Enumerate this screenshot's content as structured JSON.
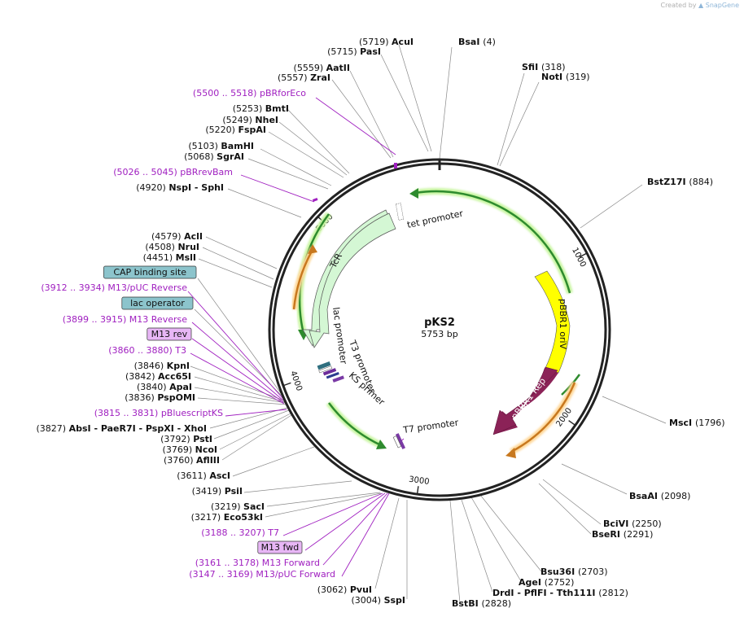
{
  "credit": {
    "prefix": "Created by",
    "brand": "SnapGene"
  },
  "plasmid": {
    "name": "pKS2",
    "length_label": "5753 bp",
    "length": 5753
  },
  "ruler": [
    "1000",
    "2000",
    "3000",
    "4000",
    "5000"
  ],
  "features": [
    {
      "name": "pBBR1 oriV",
      "kind": "box",
      "color": "#ffff00",
      "text_color": "#333"
    },
    {
      "name": "pBBR1 Rep",
      "kind": "arrow",
      "color": "#8b2257",
      "text_color": "#ffffff"
    },
    {
      "name": "TcR",
      "kind": "arrow",
      "color": "#c8f0c8",
      "text_color": "#333"
    },
    {
      "name": "tet promoter",
      "kind": "label"
    },
    {
      "name": "lac promoter",
      "kind": "label"
    },
    {
      "name": "T3 promoter",
      "kind": "label"
    },
    {
      "name": "KS primer",
      "kind": "label"
    },
    {
      "name": "T7 promoter",
      "kind": "label"
    }
  ],
  "left_labels": [
    {
      "text": "(5719)",
      "bold": "AcuI"
    },
    {
      "text": "(5715)",
      "bold": "PasI"
    },
    {
      "text": "(5559)",
      "bold": "AatII"
    },
    {
      "text": "(5557)",
      "bold": "ZraI"
    },
    {
      "text": "(5500 .. 5518)  pBRforEco",
      "primer": true
    },
    {
      "text": "(5253)",
      "bold": "BmtI"
    },
    {
      "text": "(5249)",
      "bold": "NheI"
    },
    {
      "text": "(5220)",
      "bold": "FspAI"
    },
    {
      "text": "(5103)",
      "bold": "BamHI"
    },
    {
      "text": "(5068)",
      "bold": "SgrAI"
    },
    {
      "text": "(5026 .. 5045)  pBRrevBam",
      "primer": true
    },
    {
      "text": "(4920)",
      "bold": "NspI   - SphI"
    },
    {
      "text": "(4579)",
      "bold": "AclI"
    },
    {
      "text": "(4508)",
      "bold": "NruI"
    },
    {
      "text": "(4451)",
      "bold": "MslI"
    },
    {
      "text": "CAP binding site",
      "box": "teal"
    },
    {
      "text": "(3912 .. 3934)  M13/pUC Reverse",
      "primer": true
    },
    {
      "text": "lac operator",
      "box": "teal"
    },
    {
      "text": "(3899 .. 3915)  M13 Reverse",
      "primer": true
    },
    {
      "text": "M13 rev",
      "box": "violet"
    },
    {
      "text": "(3860 .. 3880)  T3",
      "primer": true
    },
    {
      "text": "(3846)",
      "bold": "KpnI"
    },
    {
      "text": "(3842)",
      "bold": "Acc65I"
    },
    {
      "text": "(3840)",
      "bold": "ApaI"
    },
    {
      "text": "(3836)",
      "bold": "PspOMI"
    },
    {
      "text": "(3815 .. 3831)  pBluescriptKS",
      "primer": true
    },
    {
      "text": "(3827)",
      "bold": "AbsI   - PaeR7I   - PspXI   - XhoI"
    },
    {
      "text": "(3792)",
      "bold": "PstI"
    },
    {
      "text": "(3769)",
      "bold": "NcoI"
    },
    {
      "text": "(3760)",
      "bold": "AflIII"
    },
    {
      "text": "(3611)",
      "bold": "AscI"
    },
    {
      "text": "(3419)",
      "bold": "PsiI"
    },
    {
      "text": "(3219)",
      "bold": "SacI"
    },
    {
      "text": "(3217)",
      "bold": "Eco53kI"
    },
    {
      "text": "(3188 .. 3207)  T7",
      "primer": true
    },
    {
      "text": "M13 fwd",
      "box": "violet"
    },
    {
      "text": "(3161 .. 3178)  M13 Forward",
      "primer": true
    },
    {
      "text": "(3147 .. 3169)  M13/pUC Forward",
      "primer": true
    },
    {
      "text": "(3062)",
      "bold": "PvuI"
    },
    {
      "text": "(3004)",
      "bold": "SspI"
    }
  ],
  "right_labels": [
    {
      "bold": "BsaI",
      "text": "(4)"
    },
    {
      "bold": "SfiI",
      "text": "(318)"
    },
    {
      "bold": "NotI",
      "text": "(319)"
    },
    {
      "bold": "BstZ17I",
      "text": "(884)"
    },
    {
      "bold": "MscI",
      "text": "(1796)"
    },
    {
      "bold": "BsaAI",
      "text": "(2098)"
    },
    {
      "bold": "BciVI",
      "text": "(2250)"
    },
    {
      "bold": "BseRI",
      "text": "(2291)"
    },
    {
      "bold": "Bsu36I",
      "text": "(2703)"
    },
    {
      "bold": "AgeI",
      "text": "(2752)"
    },
    {
      "bold": "DrdI   - PflFI   - Tth111I",
      "text": "(2812)"
    },
    {
      "bold": "BstBI",
      "text": "(2828)"
    }
  ],
  "colors": {
    "backbone": "#222222",
    "arrow_green": "#2e8b2e",
    "glow_green": "#c8f5a0",
    "arrow_orange": "#c8781e",
    "glow_orange": "#ffd89a",
    "primer": "#a020c0",
    "teal_box": "#8cc4cc",
    "violet_box": "#e7b6f5"
  }
}
